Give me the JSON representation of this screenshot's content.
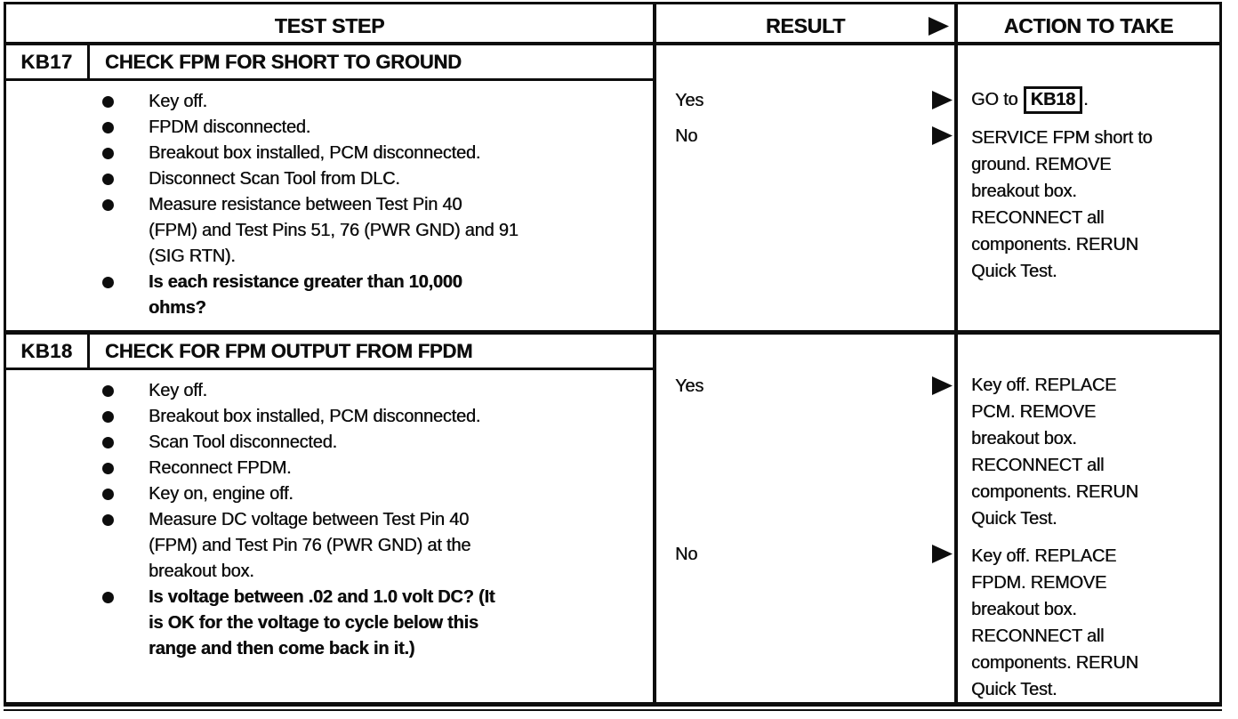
{
  "doc": {
    "colors": {
      "ink": "#0d0d0d",
      "paper": "#ffffff"
    },
    "icons": {
      "result_arrow": "filled-right-triangle"
    },
    "headers": {
      "test_step": "TEST STEP",
      "result": "RESULT",
      "action": "ACTION TO TAKE"
    },
    "sections": [
      {
        "id": "KB17",
        "title": "CHECK FPM FOR SHORT TO GROUND",
        "steps": [
          {
            "text": "Key off."
          },
          {
            "text": "FPDM disconnected."
          },
          {
            "text": "Breakout box installed, PCM disconnected."
          },
          {
            "text": "Disconnect Scan Tool from DLC."
          },
          {
            "text": "Measure resistance between Test Pin 40\n(FPM) and Test Pins 51, 76 (PWR GND) and 91\n(SIG RTN)."
          },
          {
            "text": "Is each resistance greater than 10,000\nohms?",
            "emphasis": true
          }
        ],
        "results": [
          {
            "label": "Yes",
            "action_prefix": "GO to ",
            "action_ref": "KB18",
            "action_suffix": "."
          },
          {
            "label": "No",
            "action": "SERVICE FPM short to\nground. REMOVE\nbreakout box.\nRECONNECT all\ncomponents. RERUN\nQuick Test."
          }
        ]
      },
      {
        "id": "KB18",
        "title": "CHECK FOR FPM OUTPUT FROM FPDM",
        "steps": [
          {
            "text": "Key off."
          },
          {
            "text": "Breakout box installed, PCM disconnected."
          },
          {
            "text": "Scan Tool disconnected."
          },
          {
            "text": "Reconnect FPDM."
          },
          {
            "text": "Key on, engine off."
          },
          {
            "text": "Measure DC voltage between Test Pin 40\n(FPM) and Test Pin 76 (PWR GND) at the\nbreakout box."
          },
          {
            "text": "Is voltage between .02 and 1.0 volt DC? (It\nis OK for the voltage to cycle below this\nrange and then come back in it.)",
            "emphasis": true
          }
        ],
        "results": [
          {
            "label": "Yes",
            "action": "Key off. REPLACE\nPCM. REMOVE\nbreakout box.\nRECONNECT all\ncomponents. RERUN\nQuick Test."
          },
          {
            "label": "No",
            "action": "Key off. REPLACE\nFPDM. REMOVE\nbreakout box.\nRECONNECT all\ncomponents. RERUN\nQuick Test."
          }
        ]
      }
    ]
  }
}
